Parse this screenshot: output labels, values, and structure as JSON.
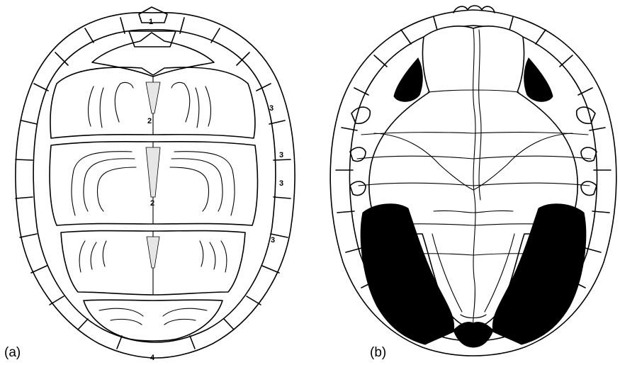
{
  "panels": {
    "a": {
      "label": "(a)"
    },
    "b": {
      "label": "(b)"
    }
  },
  "markers": {
    "m1": "1",
    "m2_upper": "2",
    "m2_lower": "2",
    "m3_a": "3",
    "m3_b": "3",
    "m3_c": "3",
    "m3_d": "3",
    "m4": "4"
  },
  "colors": {
    "line": "#000000",
    "background": "#ffffff",
    "fill_dark": "#000000"
  }
}
